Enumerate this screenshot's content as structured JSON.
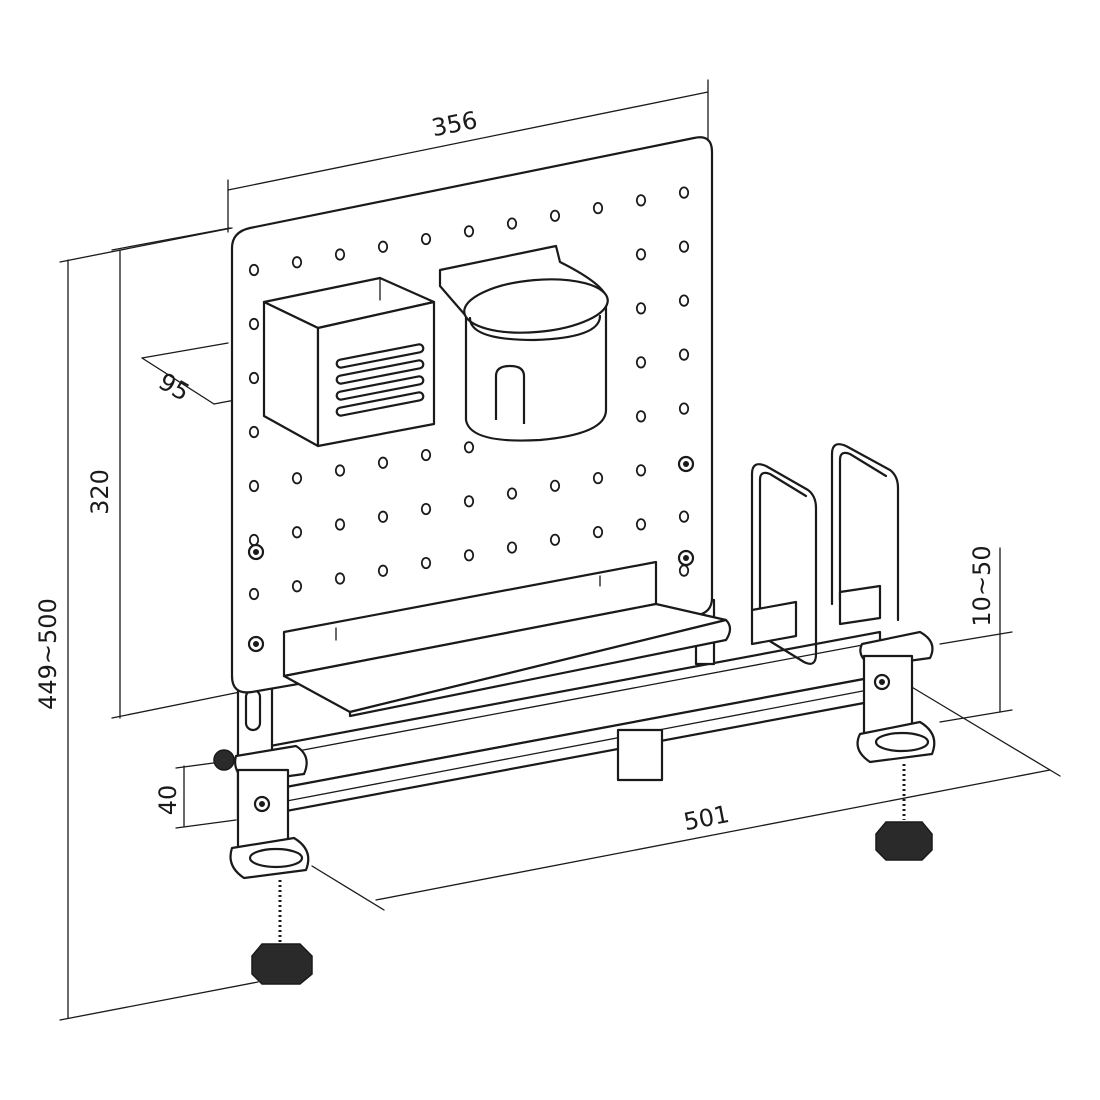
{
  "dimensions": {
    "panel_width": "356",
    "panel_height": "320",
    "depth": "95",
    "total_height": "449~500",
    "clamp_range": "10~50",
    "beam_height": "40",
    "beam_length": "501"
  },
  "colors": {
    "line": "#1a1a1a",
    "background": "#ffffff"
  }
}
